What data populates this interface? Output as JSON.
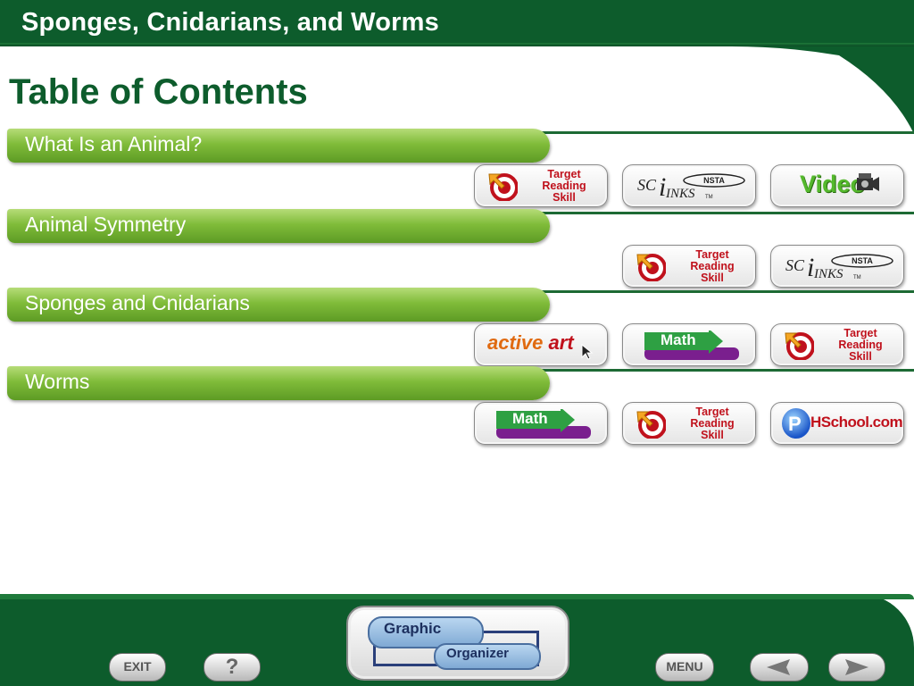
{
  "header": {
    "title": "Sponges, Cnidarians, and Worms"
  },
  "page": {
    "title": "Table of Contents"
  },
  "sections": [
    {
      "label": "What Is an Animal?"
    },
    {
      "label": "Animal Symmetry"
    },
    {
      "label": "Sponges and Cnidarians"
    },
    {
      "label": "Worms"
    }
  ],
  "buttons": {
    "trs_text": "Target\nReading\nSkill",
    "scilinks_sc": "SC",
    "scilinks_i": "i",
    "scilinks_inks": "INKS",
    "scilinks_nsta": "NSTA",
    "scilinks_tm": "TM",
    "video_text": "Video",
    "active": "active",
    "art": "art",
    "math_text": "Math",
    "phs_p": "P",
    "phs_text": "HSchool.com"
  },
  "footer": {
    "go_line1": "Graphic",
    "go_line2": "Organizer",
    "exit_label": "EXIT",
    "help_label": "?",
    "menu_label": "MENU"
  },
  "colors": {
    "brand_green": "#0d5c2c",
    "bar_green": "#80bc3a",
    "target_red": "#c0111c"
  },
  "icons": [
    "target-icon",
    "scilinks-icon",
    "video-icon",
    "active-art-icon",
    "math-icon",
    "phschool-icon",
    "back-arrow-icon",
    "forward-arrow-icon"
  ]
}
